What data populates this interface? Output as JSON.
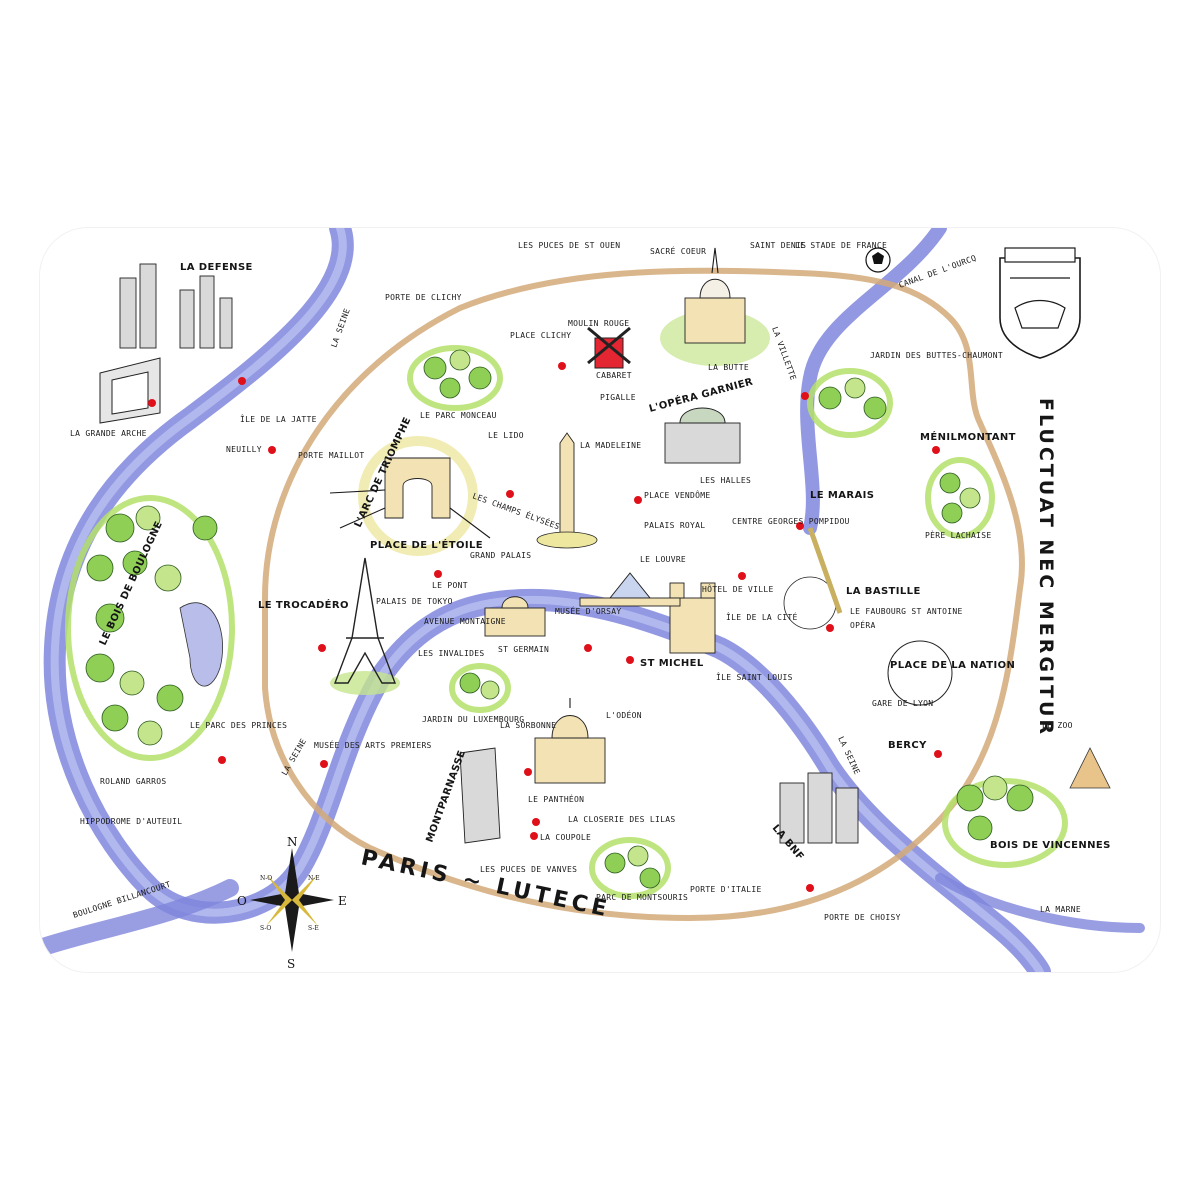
{
  "map": {
    "title_line": "PARIS ~ LUTECE",
    "motto": "FLUCTUAT NEC MERGITUR",
    "compass": {
      "north": "N",
      "south": "S",
      "east": "E",
      "west": "O",
      "ne": "N-E",
      "nw": "N-O",
      "se": "S-E",
      "sw": "S-O"
    },
    "colors": {
      "river": "#7f86dc",
      "boundary": "#d2a978",
      "park": "#8fcf55",
      "marker": "#e0101a"
    },
    "labels": {
      "la_defense": "LA DEFENSE",
      "la_grande_arche": "LA GRANDE ARCHE",
      "ile_de_la_jatte": "ÎLE DE LA JATTE",
      "neuilly": "NEUILLY",
      "la_seine_n": "LA SEINE",
      "porte_de_clichy": "PORTE DE CLICHY",
      "place_clichy": "PLACE CLICHY",
      "moulin_rouge": "MOULIN ROUGE",
      "cabaret": "CABARET",
      "pigalle": "PIGALLE",
      "les_puces": "LES PUCES DE ST OUEN",
      "le_stade": "LE STADE DE FRANCE",
      "saint_denis": "SAINT DENIS",
      "sacre_coeur": "SACRÉ COEUR",
      "la_butte": "LA BUTTE",
      "canal": "CANAL DE L'OURCQ",
      "la_villette": "LA VILLETTE",
      "parc_monceau": "LE PARC MONCEAU",
      "arc_triomphe": "L'ARC DE TRIOMPHE",
      "place_etoile": "PLACE DE L'ÉTOILE",
      "porte_maillot": "PORTE MAILLOT",
      "le_lido": "LE LIDO",
      "champs_elysees": "LES CHAMPS ÉLYSÉES",
      "la_madeleine": "LA MADELEINE",
      "opera_garnier": "L'OPÉRA GARNIER",
      "place_vendome": "PLACE VENDÔME",
      "palais_royal": "PALAIS ROYAL",
      "le_louvre": "LE LOUVRE",
      "les_halles": "LES HALLES",
      "centre_pompidou": "CENTRE GEORGES POMPIDOU",
      "buttes_chaumont": "JARDIN DES BUTTES-CHAUMONT",
      "menilmontant": "MÉNILMONTANT",
      "le_marais": "LE MARAIS",
      "pere_lachaise": "PÈRE LACHAISE",
      "la_bastille": "LA BASTILLE",
      "faubourg": "LE FAUBOURG ST ANTOINE",
      "opera_bastille": "OPÉRA",
      "hotel_ville": "HÔTEL DE VILLE",
      "ile_cite": "ÎLE DE LA CITÉ",
      "ile_st_louis": "ÎLE SAINT LOUIS",
      "place_nation": "PLACE DE LA NATION",
      "gare_lyon": "GARE DE LYON",
      "bercy": "BERCY",
      "la_seine_e": "LA SEINE",
      "le_zoo": "LE ZOO",
      "bois_vincennes": "BOIS DE VINCENNES",
      "la_marne": "LA MARNE",
      "bois_boulogne": "LE BOIS DE BOULOGNE",
      "le_trocadero": "LE TROCADÉRO",
      "palais_tokyo": "PALAIS DE TOKYO",
      "le_pont": "LE PONT",
      "avenue_montaigne": "AVENUE MONTAIGNE",
      "grand_palais": "GRAND PALAIS",
      "musee_orsay": "MUSÉE D'ORSAY",
      "les_invalides": "LES INVALIDES",
      "saint_germain": "ST GERMAIN",
      "st_michel": "ST MICHEL",
      "l_odeon": "L'ODÉON",
      "jardin_lux": "JARDIN DU LUXEMBOURG",
      "la_sorbonne": "LA SORBONNE",
      "le_pantheon": "LE PANTHÉON",
      "montparnasse": "MONTPARNASSE",
      "la_closerie": "LA CLOSERIE DES LILAS",
      "la_coupole": "LA COUPOLE",
      "les_puces_vanves": "LES PUCES DE VANVES",
      "parc_montsouris": "PARC DE MONTSOURIS",
      "porte_italie": "PORTE D'ITALIE",
      "porte_choisy": "PORTE DE CHOISY",
      "la_bnf": "LA BNF",
      "la_seine_w": "LA SEINE",
      "musee_arts_premiers": "MUSÉE DES ARTS PREMIERS",
      "parc_princes": "LE PARC DES PRINCES",
      "roland_garros": "ROLAND GARROS",
      "hippodrome": "HIPPODROME D'AUTEUIL",
      "boulogne": "BOULOGNE BILLANCOURT"
    }
  }
}
